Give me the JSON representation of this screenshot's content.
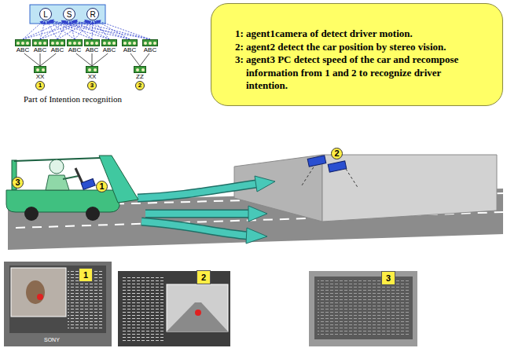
{
  "diagram": {
    "nodes": [
      {
        "text": [
          "L"
        ]
      },
      {
        "text": [
          "S"
        ]
      },
      {
        "text": [
          "R"
        ]
      },
      {
        "text": [
          "ABC"
        ]
      },
      {
        "text": [
          "ABC"
        ]
      },
      {
        "text": [
          "ABC"
        ]
      },
      {
        "text": [
          "ABC"
        ]
      },
      {
        "text": [
          "ABC"
        ]
      },
      {
        "text": [
          "ABC"
        ]
      },
      {
        "text": [
          "ABC"
        ]
      },
      {
        "text": [
          "ABC"
        ]
      },
      {
        "text": [
          "XX"
        ]
      },
      {
        "text": [
          "XX"
        ]
      },
      {
        "text": [
          "ZZ"
        ]
      },
      {
        "text": [
          "1: agent1camera of detect driver motion.",
          "2: agent2 detect the car position by stereo vision.",
          "3: agent3 PC detect speed of the car and recompose information from 1 and 2 to recognize driver intention."
        ]
      }
    ],
    "edges": [
      {
        "from": 3,
        "to": 0,
        "arrow": "to"
      },
      {
        "from": 3,
        "to": 1,
        "arrow": "to"
      },
      {
        "from": 3,
        "to": 2,
        "arrow": "to"
      },
      {
        "from": 4,
        "to": 0,
        "arrow": "to"
      },
      {
        "from": 4,
        "to": 1,
        "arrow": "to"
      },
      {
        "from": 4,
        "to": 2,
        "arrow": "to"
      },
      {
        "from": 5,
        "to": 0,
        "arrow": "to"
      },
      {
        "from": 5,
        "to": 1,
        "arrow": "to"
      },
      {
        "from": 5,
        "to": 2,
        "arrow": "to"
      },
      {
        "from": 6,
        "to": 0,
        "arrow": "to"
      },
      {
        "from": 6,
        "to": 1,
        "arrow": "to"
      },
      {
        "from": 6,
        "to": 2,
        "arrow": "to"
      },
      {
        "from": 7,
        "to": 0,
        "arrow": "to"
      },
      {
        "from": 7,
        "to": 1,
        "arrow": "to"
      },
      {
        "from": 7,
        "to": 2,
        "arrow": "to"
      },
      {
        "from": 8,
        "to": 0,
        "arrow": "to"
      },
      {
        "from": 8,
        "to": 1,
        "arrow": "to"
      },
      {
        "from": 8,
        "to": 2,
        "arrow": "to"
      },
      {
        "from": 9,
        "to": 0,
        "arrow": "to"
      },
      {
        "from": 9,
        "to": 1,
        "arrow": "to"
      },
      {
        "from": 9,
        "to": 2,
        "arrow": "to"
      },
      {
        "from": 10,
        "to": 0,
        "arrow": "to"
      },
      {
        "from": 10,
        "to": 1,
        "arrow": "to"
      },
      {
        "from": 10,
        "to": 2,
        "arrow": "to"
      },
      {
        "from": 11,
        "to": 3,
        "arrow": "none"
      },
      {
        "from": 11,
        "to": 4,
        "arrow": "none"
      },
      {
        "from": 11,
        "to": 5,
        "arrow": "none"
      },
      {
        "from": 12,
        "to": 6,
        "arrow": "none"
      },
      {
        "from": 12,
        "to": 7,
        "arrow": "none"
      },
      {
        "from": 12,
        "to": 8,
        "arrow": "none"
      },
      {
        "from": 13,
        "to": 9,
        "arrow": "none"
      },
      {
        "from": 13,
        "to": 10,
        "arrow": "none"
      }
    ],
    "labels": [
      "1",
      "3",
      "2",
      "Part of Intention recognition",
      "3",
      "1",
      "2",
      "1",
      "2",
      "3",
      "SONY"
    ]
  }
}
